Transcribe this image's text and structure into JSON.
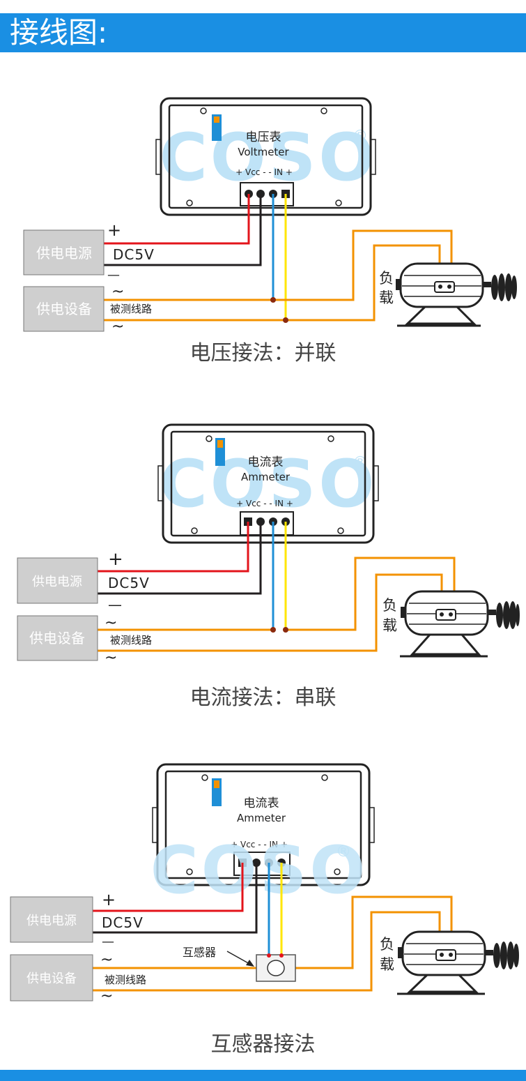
{
  "header": {
    "title": "接线图:"
  },
  "colors": {
    "accent": "#1a8fe3",
    "dc_positive": "#e3141b",
    "dc_negative": "#231f20",
    "signal_blue": "#1f8fd6",
    "signal_yellow": "#ffe600",
    "load_line": "#f39200",
    "box_gray": "#cfcfcf",
    "watermark": "#bfe3f7"
  },
  "diagrams": [
    {
      "meter_label": "电压表",
      "meter_sub": "Voltmeter",
      "terminals": "+ Vcc -  - IN +",
      "power_box": "供电电源",
      "plus": "+",
      "minus": "—",
      "dc": "DC5V",
      "device_box": "供电设备",
      "tilde": "~",
      "line_label": "被测线路",
      "load": [
        "负",
        "载"
      ],
      "watermark": "COSO",
      "reg": "®",
      "caption": "电压接法：并联"
    },
    {
      "meter_label": "电流表",
      "meter_sub": "Ammeter",
      "terminals": "+ Vcc -  - IN +",
      "power_box": "供电电源",
      "plus": "+",
      "minus": "—",
      "dc": "DC5V",
      "device_box": "供电设备",
      "tilde": "~",
      "line_label": "被测线路",
      "load": [
        "负",
        "载"
      ],
      "watermark": "COSO",
      "reg": "®",
      "caption": "电流接法：串联"
    },
    {
      "meter_label": "电流表",
      "meter_sub": "Ammeter",
      "terminals": "+ Vcc -  - IN +",
      "power_box": "供电电源",
      "plus": "+",
      "minus": "—",
      "dc": "DC5V",
      "device_box": "供电设备",
      "tilde": "~",
      "line_label": "被测线路",
      "load": [
        "负",
        "载"
      ],
      "watermark": "COSO",
      "reg": "®",
      "transformer": "互感器",
      "caption": "互感器接法"
    }
  ]
}
